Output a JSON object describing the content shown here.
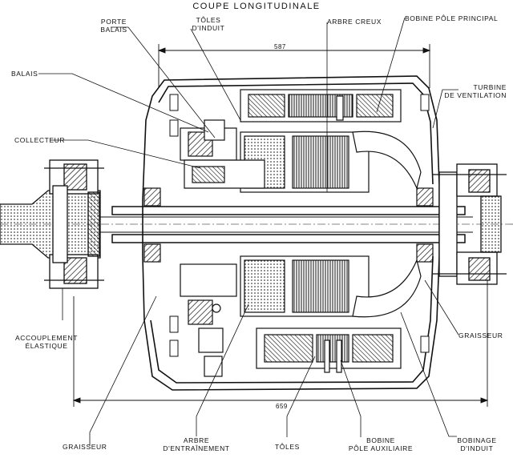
{
  "title": "COUPE LONGITUDINALE",
  "labels": {
    "porte_balais": [
      "PORTE",
      "BALAIS"
    ],
    "toles_induit": [
      "TÔLES",
      "D'INDUIT"
    ],
    "arbre_creux": "ARBRE CREUX",
    "bobine_pole_principal": "BOBINE PÔLE PRINCIPAL",
    "balais": "BALAIS",
    "turbine": [
      "TURBINE",
      "DE VENTILATION"
    ],
    "collecteur": "COLLECTEUR",
    "accouplement": [
      "ACCOUPLEMENT",
      "ÉLASTIQUE"
    ],
    "graisseur_right": "GRAISSEUR",
    "graisseur_left": "GRAISSEUR",
    "arbre_entrainement": [
      "ARBRE",
      "D'ENTRAÎNEMENT"
    ],
    "toles": "TÔLES",
    "bobine_pole_auxiliaire": [
      "BOBINE",
      "PÔLE AUXILIAIRE"
    ],
    "bobinage_induit": [
      "BOBINAGE",
      "D'INDUIT"
    ]
  },
  "dimensions": {
    "top": "587",
    "bottom": "659"
  }
}
